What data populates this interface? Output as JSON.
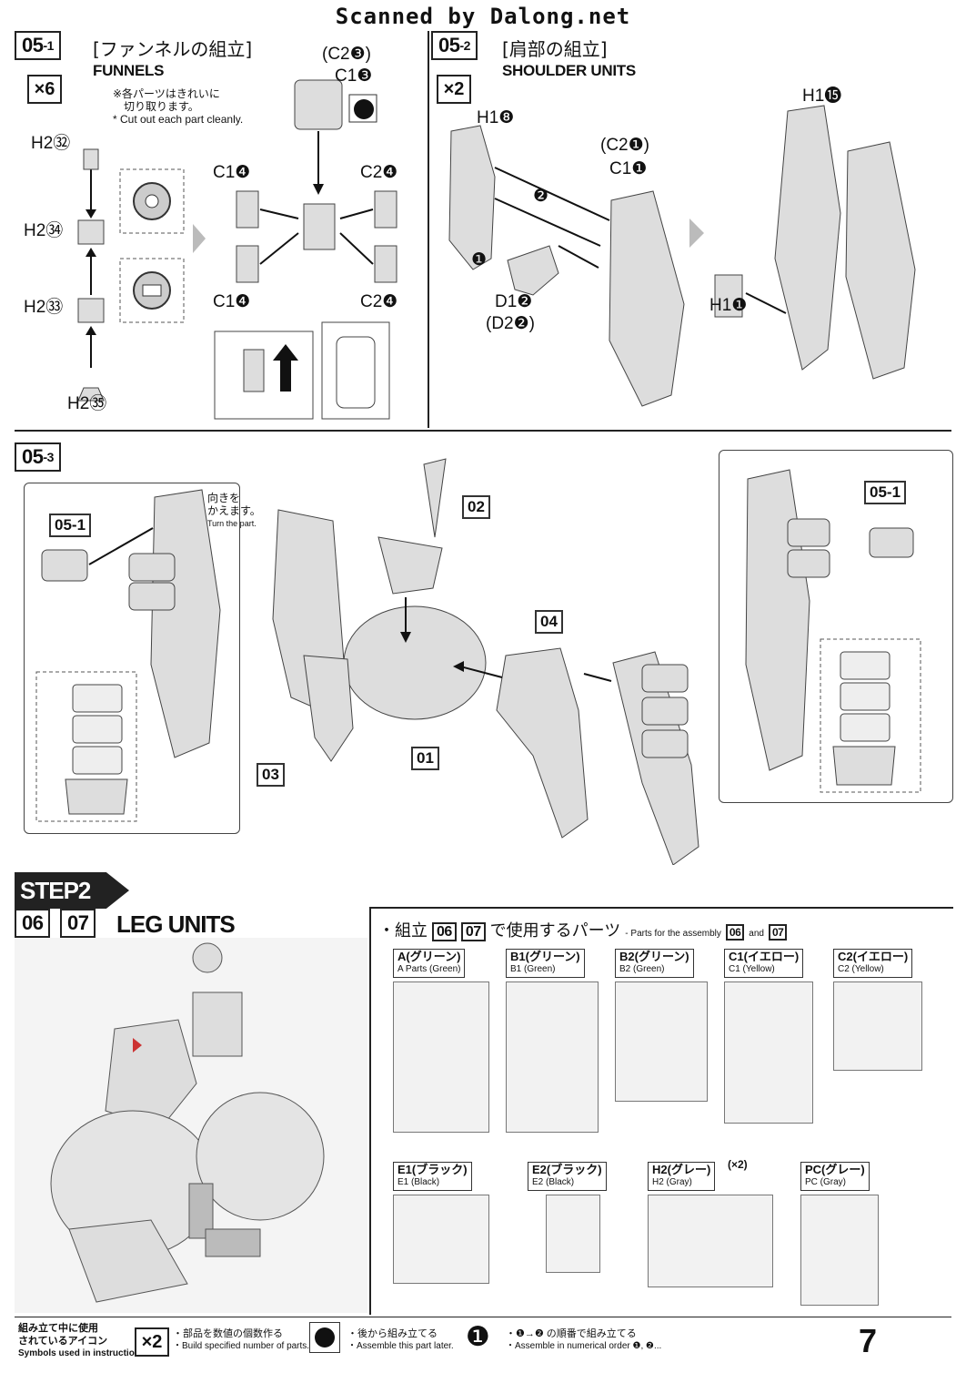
{
  "banner": "Scanned by Dalong.net",
  "step_05_1": {
    "id": "05",
    "sub": "-1",
    "title_jp": "[ファンネルの組立]",
    "title_en": "FUNNELS",
    "qty": "×6",
    "note_jp_line1": "※各パーツはきれいに",
    "note_jp_line2": "切り取ります。",
    "note_en": "* Cut out each part cleanly.",
    "labels": {
      "h2_32": "H2㉜",
      "h2_34": "H2㉞",
      "h2_33": "H2㉝",
      "h2_35": "H2㉟",
      "c2_3": "(C2❸)",
      "c1_3": "C1❸",
      "c1_4a": "C1❹",
      "c2_4a": "C2❹",
      "c1_4b": "C1❹",
      "c2_4b": "C2❹"
    }
  },
  "step_05_2": {
    "id": "05",
    "sub": "-2",
    "title_jp": "[肩部の組立]",
    "title_en": "SHOULDER UNITS",
    "qty": "×2",
    "labels": {
      "h1_8": "H1❽",
      "c2_1": "(C2❶)",
      "c1_1": "C1❶",
      "d1_2": "D1❷",
      "d2_2": "(D2❷)",
      "h1_1": "H1❶",
      "h1_15": "H1⓯",
      "order1": "❶",
      "order2": "❷"
    }
  },
  "step_05_3": {
    "id": "05",
    "sub": "-3",
    "turn_jp_1": "向きを",
    "turn_jp_2": "かえます。",
    "turn_en": "Turn the part.",
    "callout_left": "05-1",
    "callout_right": "05-1",
    "part_01": "01",
    "part_02": "02",
    "part_03": "03",
    "part_04": "04"
  },
  "step2": {
    "label": "STEP2",
    "num_a": "06",
    "num_b": "07",
    "title": "LEG UNITS"
  },
  "parts": {
    "heading_bullet": "・組立",
    "heading_a": "06",
    "heading_b": "07",
    "heading_jp": "で使用するパーツ",
    "heading_en": "- Parts for the assembly",
    "heading_and": "and",
    "runners": [
      {
        "name": "A(グリーン)",
        "en": "A Parts (Green)"
      },
      {
        "name": "B1(グリーン)",
        "en": "B1 (Green)"
      },
      {
        "name": "B2(グリーン)",
        "en": "B2 (Green)"
      },
      {
        "name": "C1(イエロー)",
        "en": "C1 (Yellow)"
      },
      {
        "name": "C2(イエロー)",
        "en": "C2 (Yellow)"
      },
      {
        "name": "E1(ブラック)",
        "en": "E1 (Black)"
      },
      {
        "name": "E2(ブラック)",
        "en": "E2 (Black)"
      },
      {
        "name": "H2(グレー)",
        "en": "H2 (Gray)"
      },
      {
        "name": "PC(グレー)",
        "en": "PC (Gray)"
      }
    ],
    "h2_multiplier": "(×2)"
  },
  "legend": {
    "title_jp_1": "組み立て中に使用",
    "title_jp_2": "されているアイコン",
    "title_en": "Symbols used in instructions",
    "qty_icon": "×2",
    "qty_jp": "・部品を数値の個数作る",
    "qty_en": "・Build specified number of parts.",
    "later_jp": "・後から組み立てる",
    "later_en": "・Assemble this part later.",
    "order_icon": "❶",
    "order_jp": "・❶→❷ の順番で組み立てる",
    "order_en": "・Assemble in numerical order ❶, ❷..."
  },
  "page_number": "7"
}
